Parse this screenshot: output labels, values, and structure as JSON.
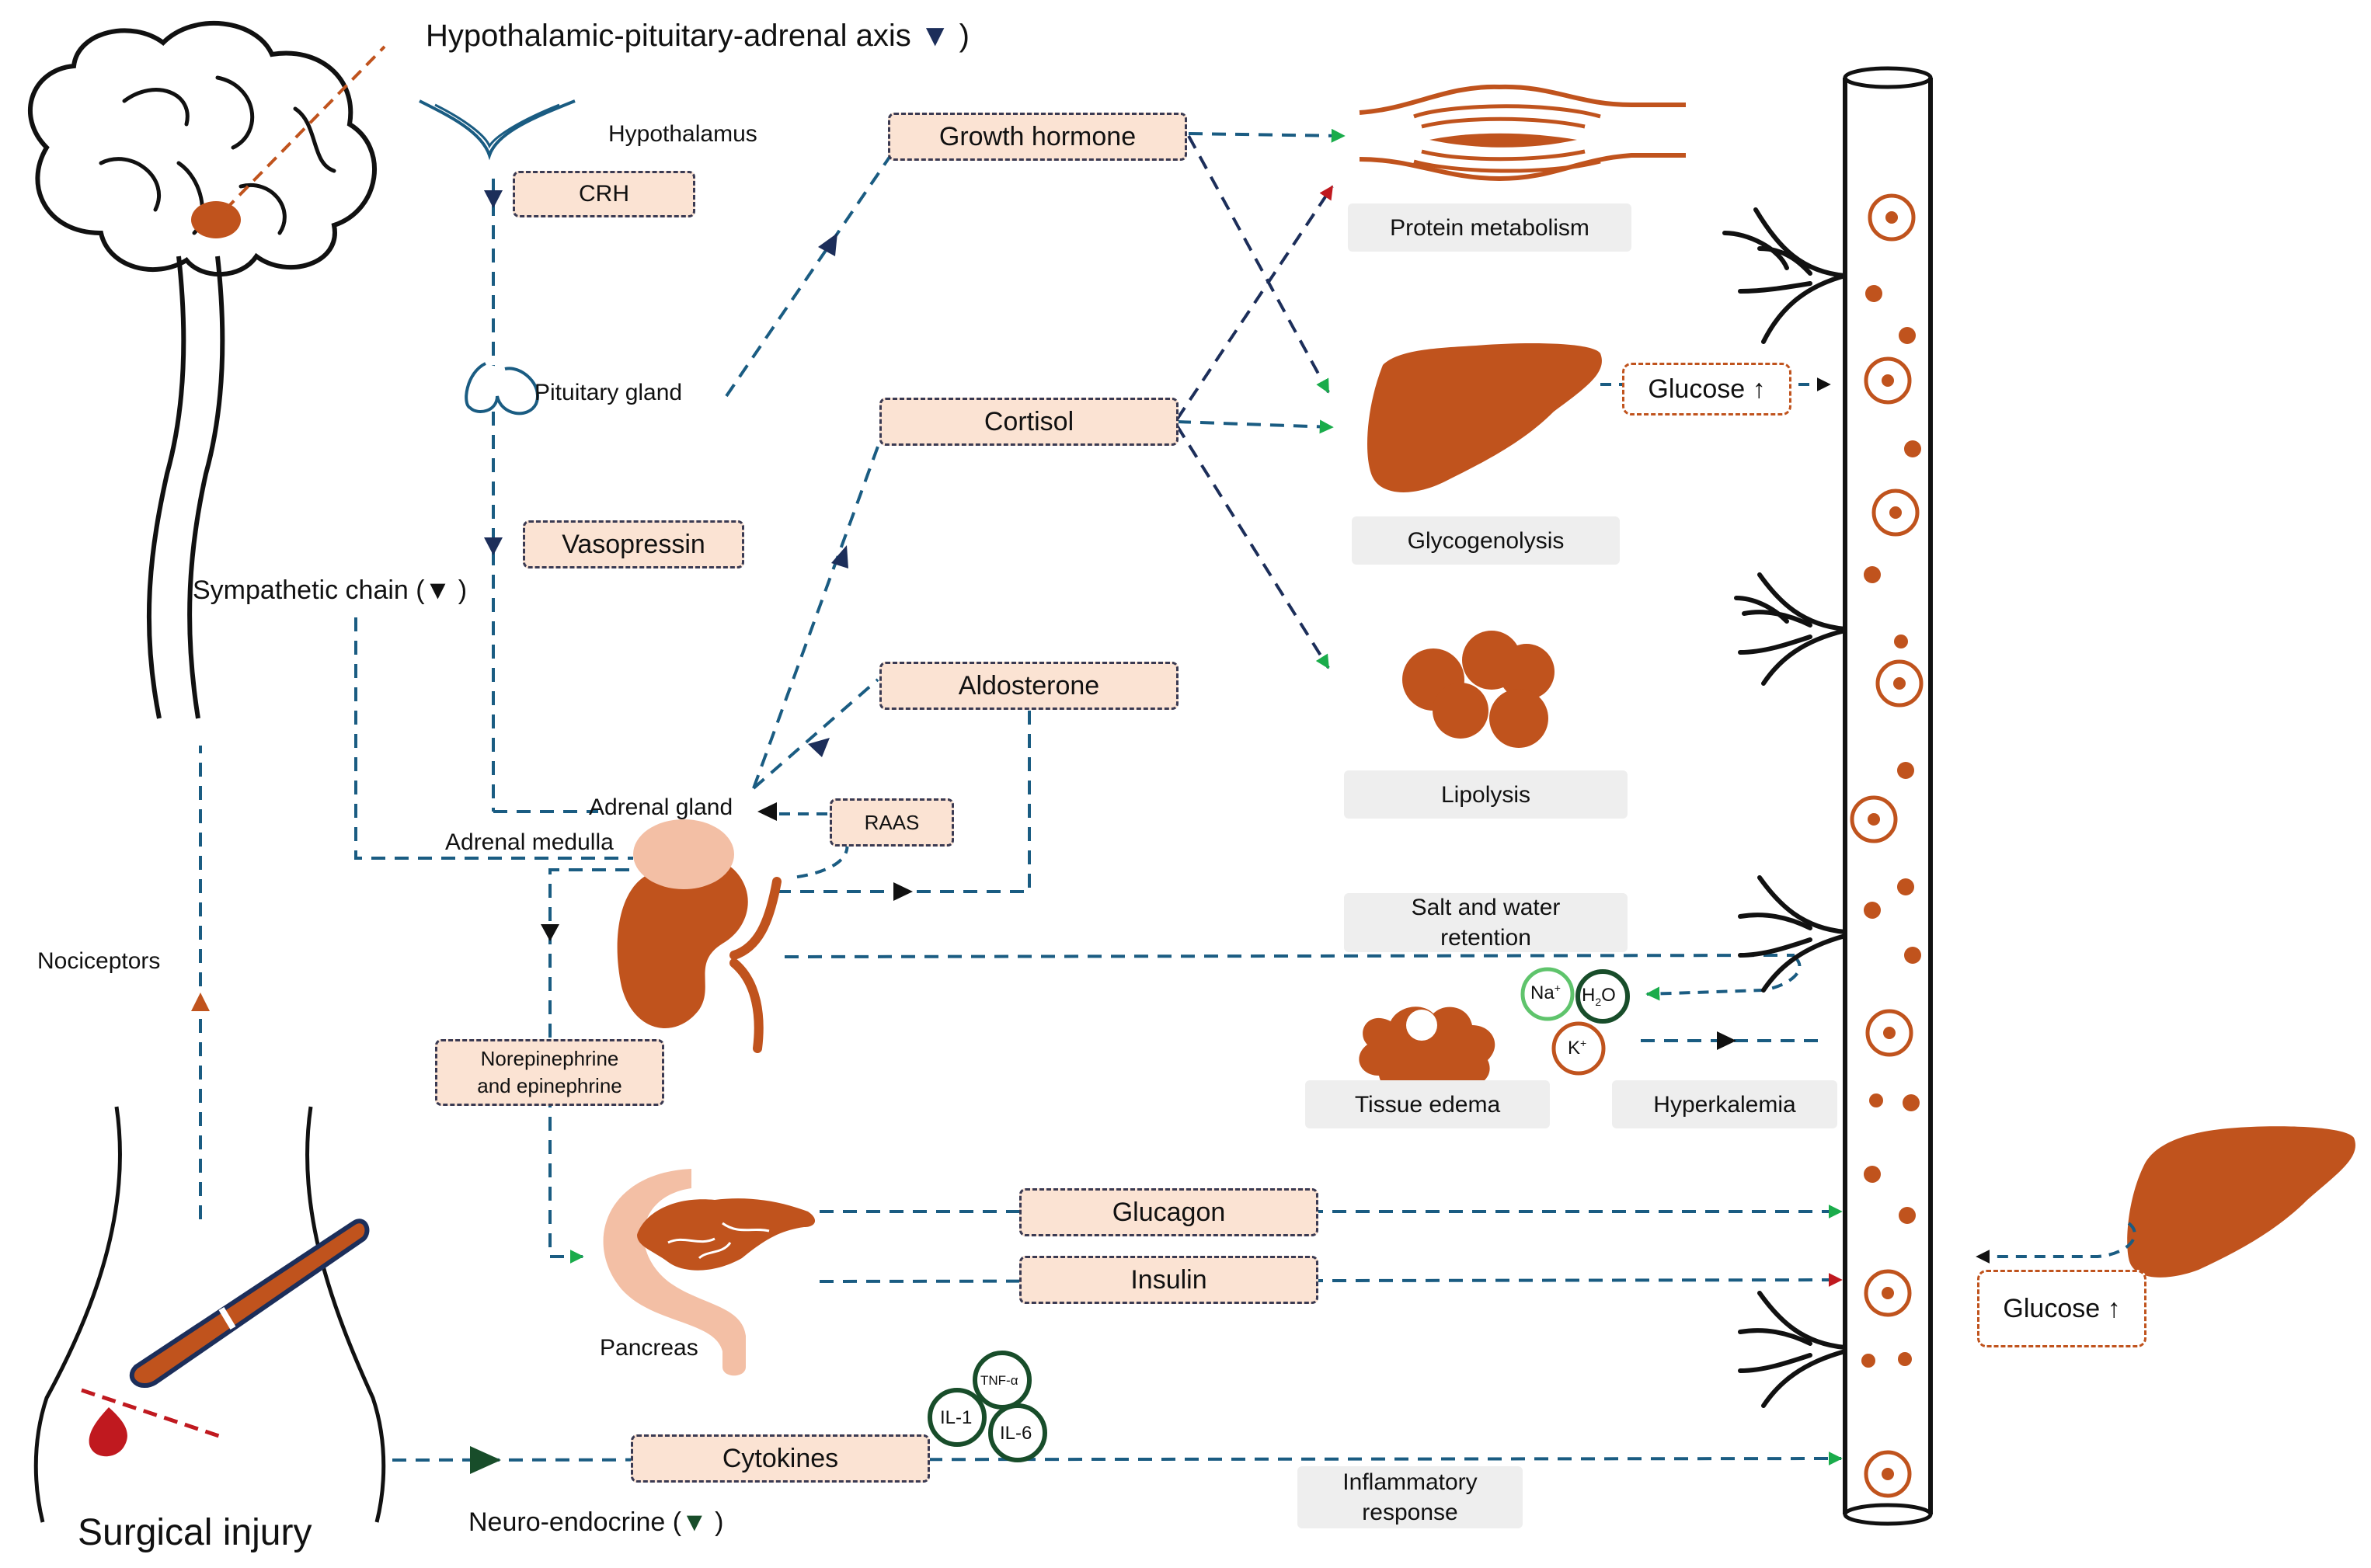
{
  "titles": {
    "hpa_axis": "Hypothalamic-pituitary-adrenal axis",
    "sympathetic_chain": "Sympathetic chain",
    "neuro_endocrine": "Neuro-endocrine",
    "surgical_injury": "Surgical injury",
    "close_paren": ")"
  },
  "anatomy": {
    "hypothalamus": "Hypothalamus",
    "pituitary_gland": "Pituitary gland",
    "adrenal_gland": "Adrenal gland",
    "adrenal_medulla": "Adrenal medulla",
    "nociceptors": "Nociceptors",
    "pancreas": "Pancreas"
  },
  "hormones": {
    "crh": "CRH",
    "vasopressin": "Vasopressin",
    "growth_hormone": "Growth hormone",
    "cortisol": "Cortisol",
    "aldosterone": "Aldosterone",
    "raas": "RAAS",
    "norepinephrine_line1": "Norepinephrine",
    "norepinephrine_line2": "and epinephrine",
    "glucagon": "Glucagon",
    "insulin": "Insulin",
    "cytokines": "Cytokines"
  },
  "effects": {
    "protein_metabolism": "Protein metabolism",
    "glycogenolysis": "Glycogenolysis",
    "lipolysis": "Lipolysis",
    "salt_water_line1": "Salt and water",
    "salt_water_line2": "retention",
    "tissue_edema": "Tissue edema",
    "hyperkalemia": "Hyperkalemia",
    "inflammatory_line1": "Inflammatory",
    "inflammatory_line2": "response",
    "glucose_up_1": "Glucose ↑",
    "glucose_up_2": "Glucose ↑"
  },
  "ions": {
    "sodium_base": "Na",
    "sodium_sup": "+",
    "water_h": "H",
    "water_sub": "2",
    "water_o": "O",
    "potassium_base": "K",
    "potassium_sup": "+"
  },
  "cytokine_types": {
    "tnf": "TNF-α",
    "il1": "IL-1",
    "il6": "IL-6"
  },
  "colors": {
    "organ": "#c0531d",
    "arrow_navy": "#1c2e5a",
    "dash_teal": "#1a5c82",
    "arrow_green": "#1aac4b",
    "arrow_red": "#c0191f",
    "hormone_fill": "#fbe3d3",
    "effect_fill": "#eeeeee",
    "pancreas_pink": "#f3bfa5",
    "ion_dark_green": "#184d2a",
    "ion_light_green": "#5fc46c"
  }
}
